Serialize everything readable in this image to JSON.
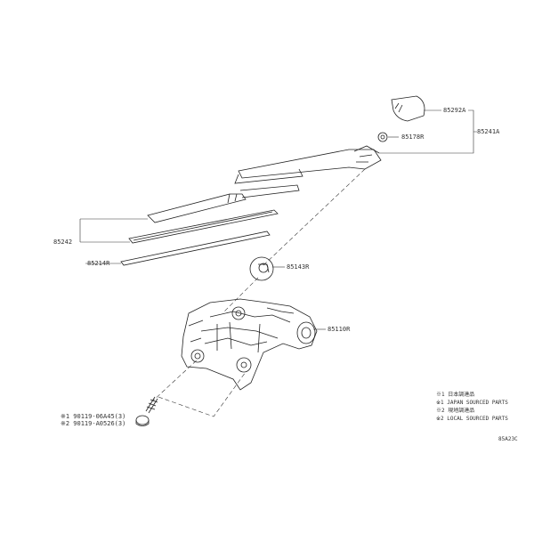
{
  "parts": {
    "cap": "85292A",
    "arm": "85241A",
    "nut": "85178R",
    "blade": "85242",
    "rubber": "85214R",
    "cushion": "85143R",
    "motor": "85110R"
  },
  "bolts": {
    "line1": "※1 90119-06A45(3)",
    "line2": "※2 90119-A0526(3)"
  },
  "legend": {
    "line1": "※1 日本調達品",
    "line2": "※1 JAPAN SOURCED PARTS",
    "line3": "※2 現地調達品",
    "line4": "※2 LOCAL SOURCED PARTS"
  },
  "figure_code": "85A23C"
}
